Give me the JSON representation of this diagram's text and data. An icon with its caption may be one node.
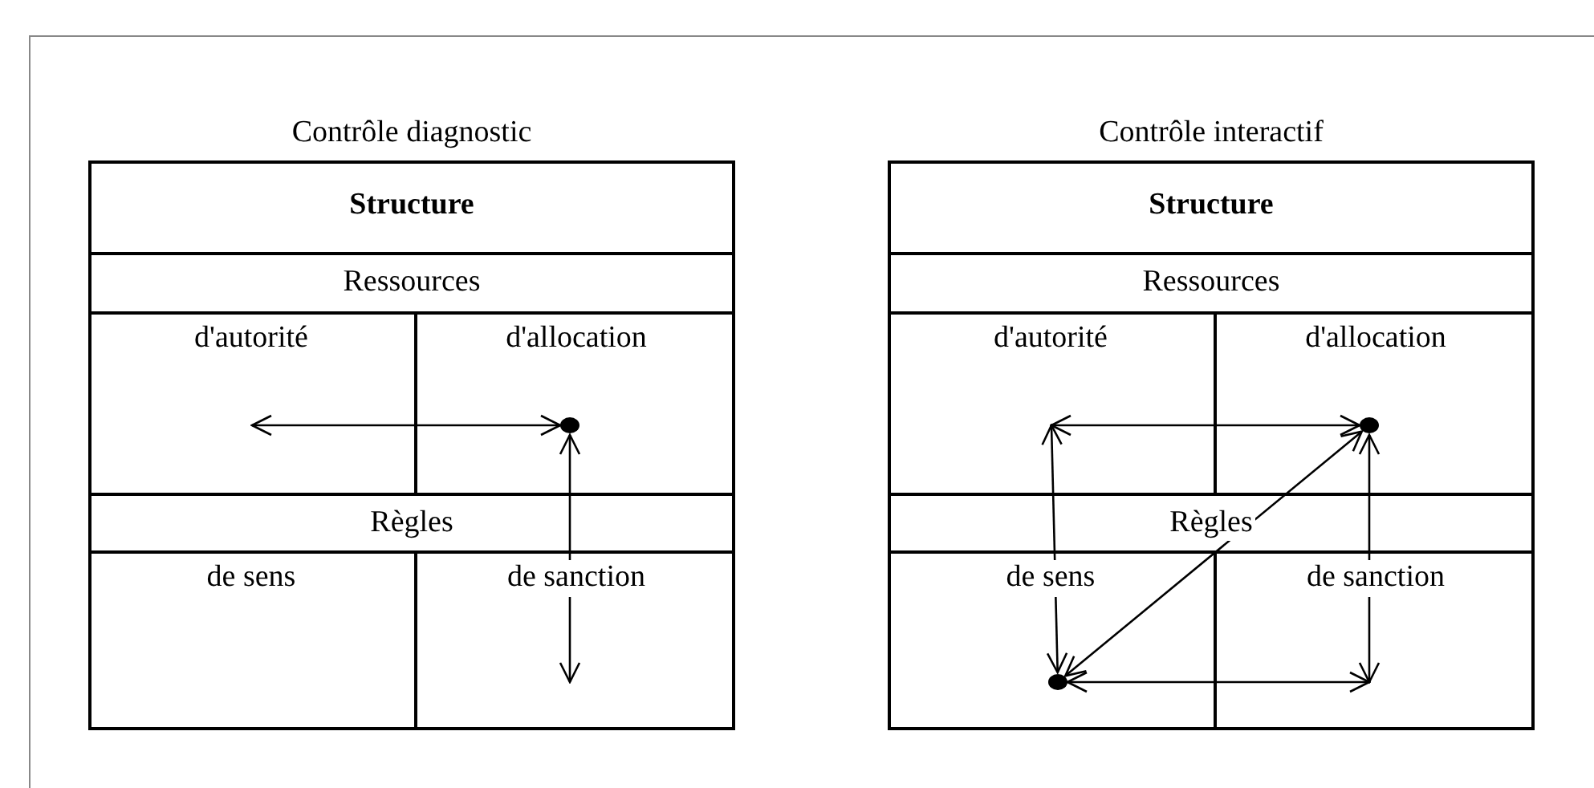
{
  "diagram": {
    "nodes": [
      {
        "text": [
          "Contrôle diagnostic",
          "Structure",
          "Ressources",
          "d'autorité",
          "d'allocation",
          "Règles",
          "de sens",
          "de sanction"
        ]
      },
      {
        "text": [],
        "shape": "circle",
        "in": 0
      },
      {
        "text": [
          "Contrôle interactif",
          "Structure",
          "Ressources",
          "d'autorité",
          "d'allocation",
          "Règles",
          "de sens",
          "de sanction"
        ]
      },
      {
        "text": [],
        "shape": "circle",
        "in": 2
      },
      {
        "text": [],
        "shape": "circle",
        "in": 2
      }
    ],
    "edges": [
      {
        "from": 1,
        "to": null,
        "arrow": "both"
      },
      {
        "from": 1,
        "to": null,
        "arrow": "both"
      },
      {
        "from": null,
        "to": 3,
        "arrow": "both"
      },
      {
        "from": null,
        "to": 4,
        "arrow": "both"
      },
      {
        "from": 3,
        "to": 4,
        "arrow": "both"
      },
      {
        "from": 3,
        "to": null,
        "arrow": "both"
      },
      {
        "from": 4,
        "to": null,
        "arrow": "both"
      }
    ]
  }
}
